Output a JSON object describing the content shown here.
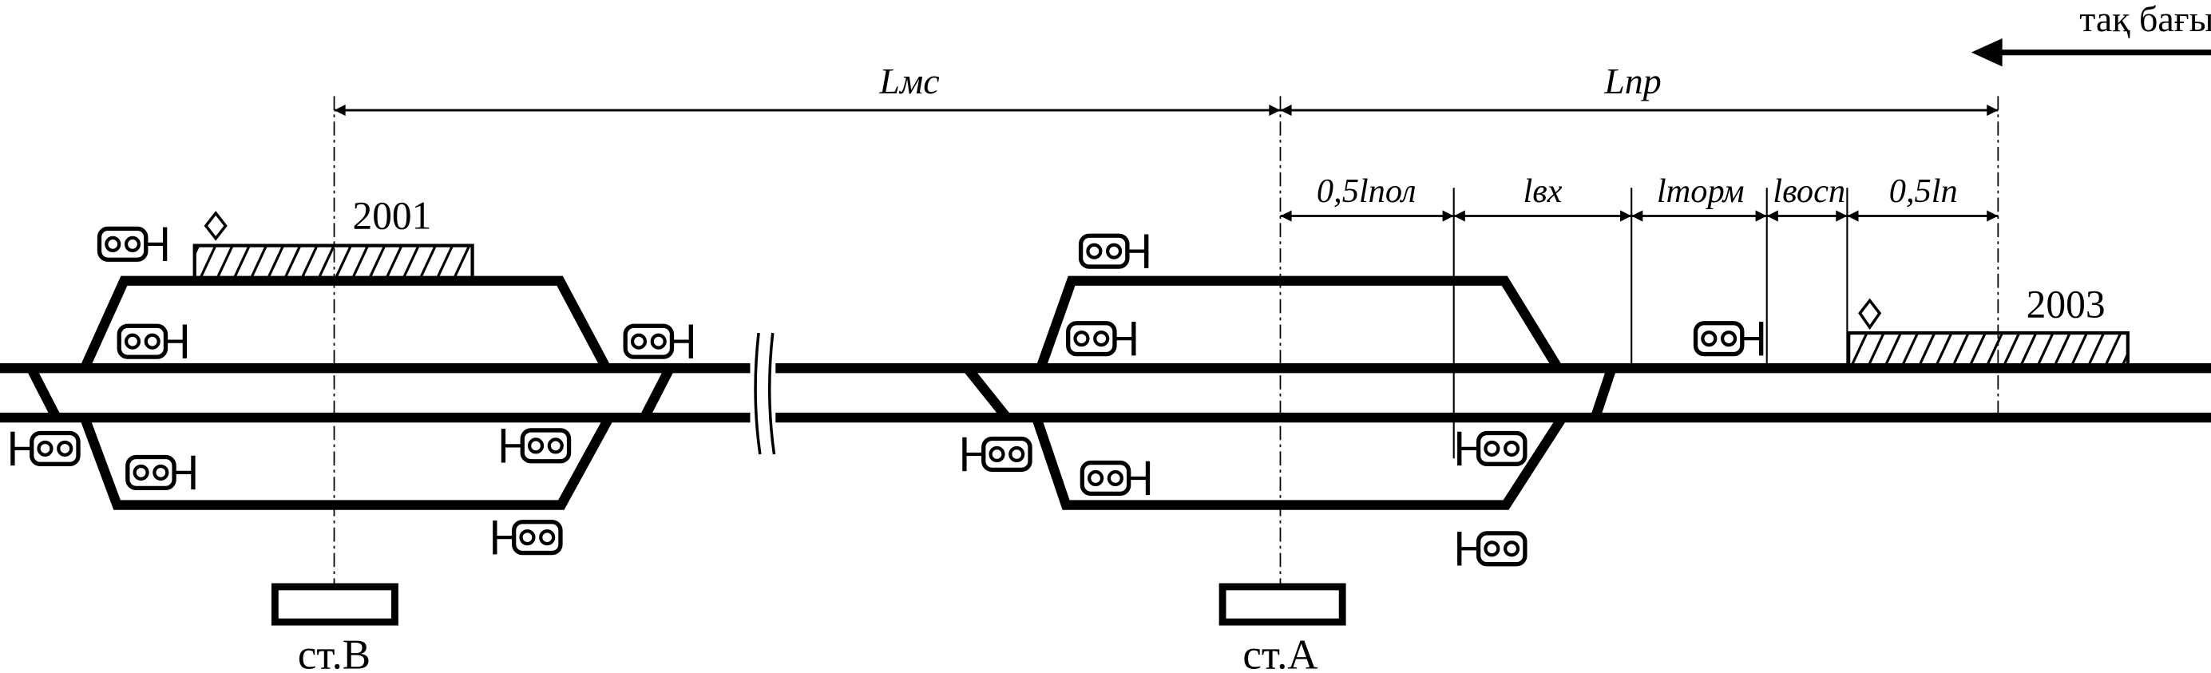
{
  "direction": {
    "label": "тақ бағыт"
  },
  "dimensions": {
    "L_ms": "Lмс",
    "L_pr": "Lпр",
    "segments": [
      "0,5lпол",
      "lвх",
      "lторм",
      "lвосп",
      "0,5lп"
    ]
  },
  "blocks": {
    "left": "2001",
    "right": "2003"
  },
  "stations": {
    "b": "ст.В",
    "a": "ст.А"
  },
  "colors": {
    "ink": "#000000",
    "background": "#ffffff"
  }
}
